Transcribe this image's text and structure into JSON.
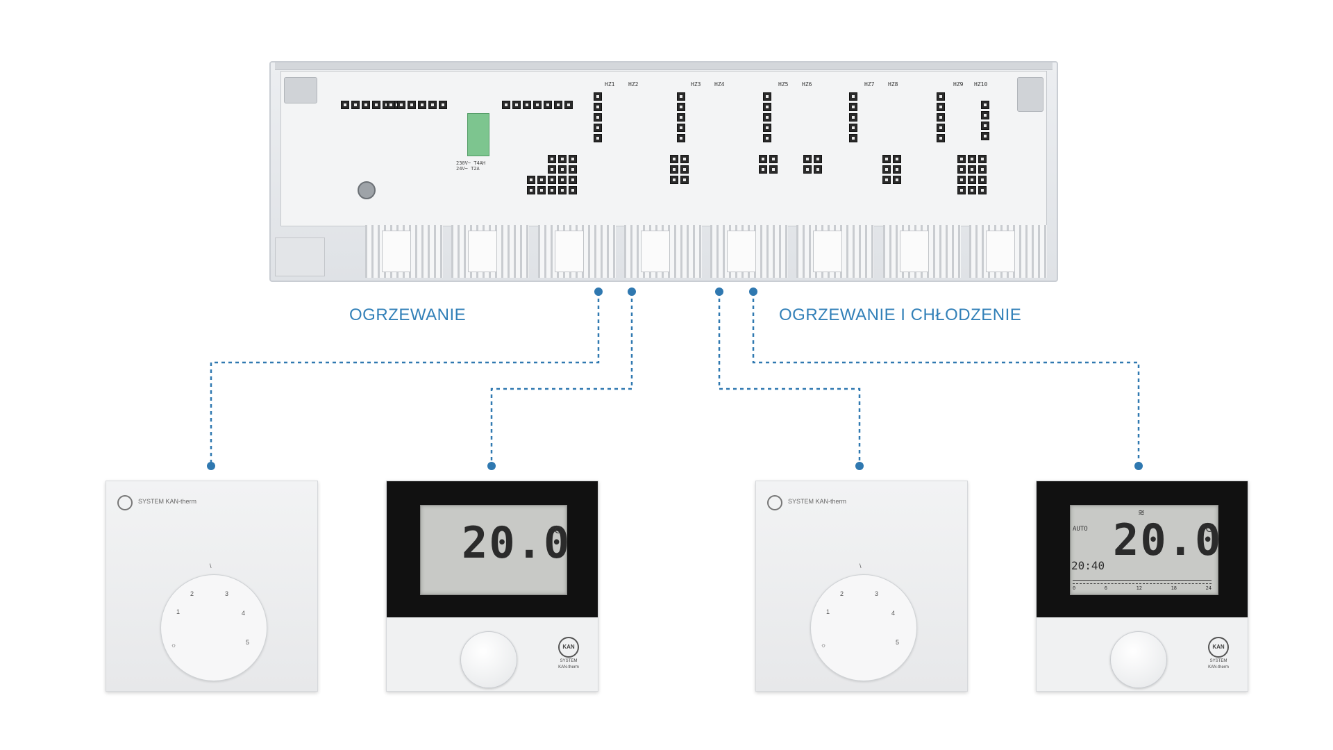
{
  "headings": {
    "heating": "OGRZEWANIE",
    "heating_cooling": "OGRZEWANIE I CHŁODZENIE"
  },
  "colors": {
    "accent": "#3280b8",
    "wire": "#2f78b0"
  },
  "module": {
    "zone_labels": [
      "HZ1",
      "HZ2",
      "HZ3",
      "HZ4",
      "HZ5",
      "HZ6",
      "HZ7",
      "HZ8",
      "HZ9",
      "HZ10"
    ],
    "fuse_label_1": "230V~ T4AH",
    "fuse_label_2": "24V~ T2A"
  },
  "thermostats": [
    {
      "type": "analog",
      "brand": "SYSTEM KAN-therm",
      "dial_marks": [
        "1",
        "2",
        "3",
        "4",
        "5"
      ],
      "dial_symbols": [
        "sun-icon",
        "moon-icon"
      ]
    },
    {
      "type": "digital",
      "display_temp": "20.0",
      "unit": "°C",
      "badge": "KAN",
      "badge_text_1": "SYSTEM",
      "badge_text_2": "KAN-therm"
    },
    {
      "type": "analog",
      "brand": "SYSTEM KAN-therm",
      "dial_marks": [
        "1",
        "2",
        "3",
        "4",
        "5"
      ],
      "dial_symbols": [
        "sun-icon",
        "moon-icon"
      ]
    },
    {
      "type": "digital",
      "display_temp": "20.0",
      "unit": "°C",
      "mode": "AUTO",
      "clock": "20:40",
      "time_ticks": [
        "0",
        "6",
        "12",
        "18",
        "24"
      ],
      "badge": "KAN",
      "badge_text_1": "SYSTEM",
      "badge_text_2": "KAN-therm"
    }
  ]
}
